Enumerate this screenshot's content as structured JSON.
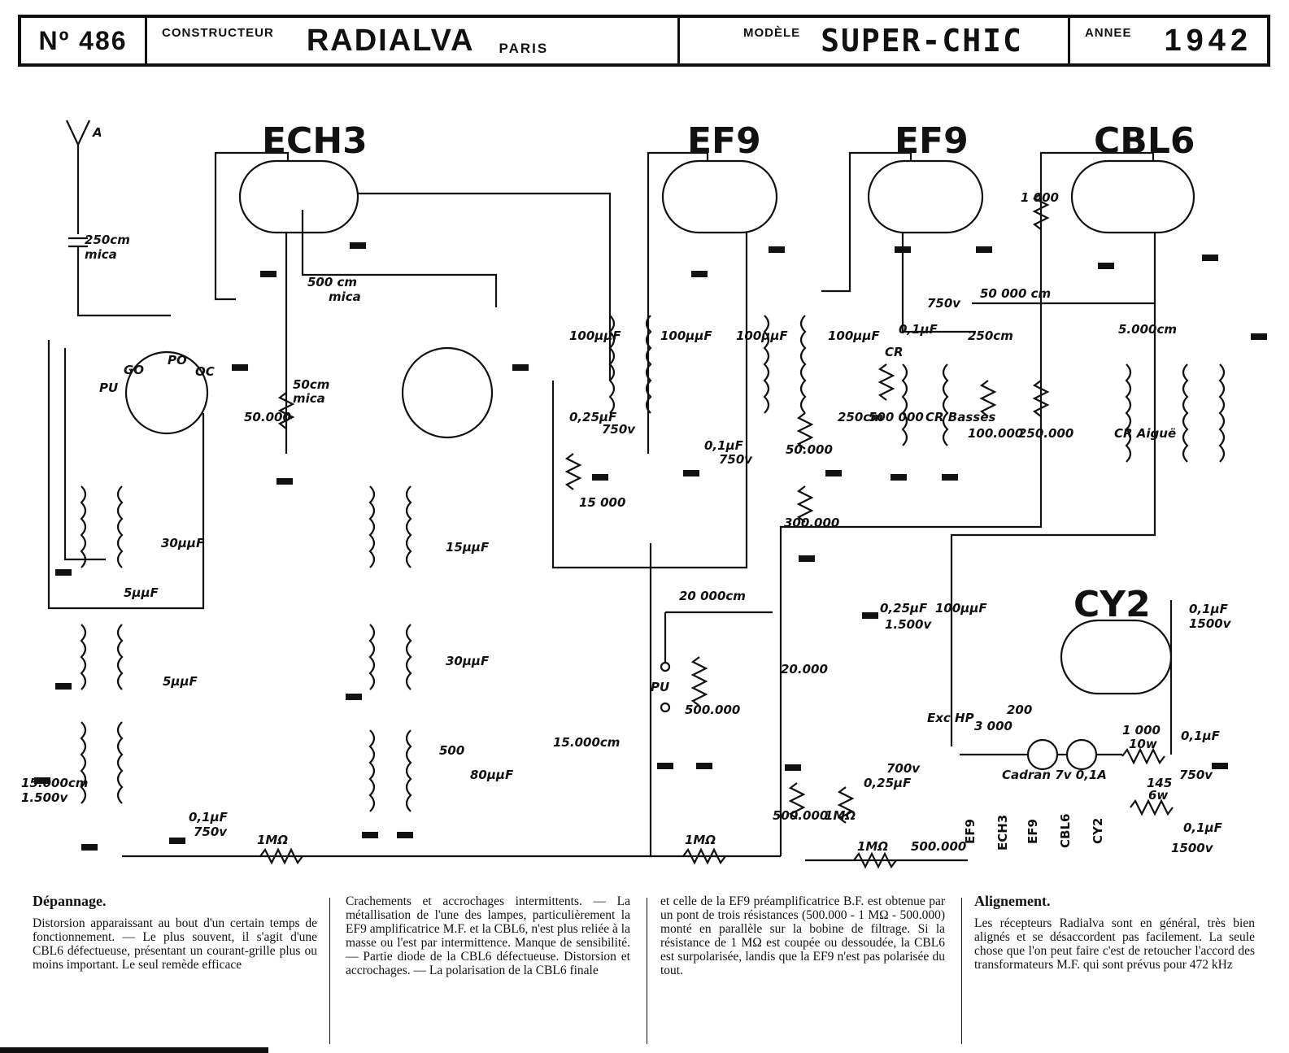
{
  "header": {
    "number": "Nº 486",
    "constructeur_label": "CONSTRUCTEUR",
    "constructeur": "RADIALVA",
    "city": "PARIS",
    "modele_label": "MODÈLE",
    "modele": "SUPER-CHIC",
    "annee_label": "ANNEE",
    "annee": "1942"
  },
  "tubes": [
    "ECH3",
    "EF9",
    "EF9",
    "CBL6",
    "CY2"
  ],
  "labels": {
    "antenna": "A",
    "c_250": "250cm",
    "mica1": "mica",
    "c_500": "500 cm",
    "mica2": "mica",
    "c_50": "50cm",
    "mica3": "mica",
    "r_50000": "50.000",
    "go": "GO",
    "po": "PO",
    "oc": "OC",
    "pu": "PU",
    "c_5uf_a": "5µµF",
    "c_30uf_a": "30µµF",
    "c_5uf_b": "5µµF",
    "c_15000": "15.000cm",
    "c_1500v": "1.500v",
    "c_01_750": "0,1µF",
    "v750": "750v",
    "r_1m_a": "1MΩ",
    "c_15uf": "15µµF",
    "c_30uf_b": "30µµF",
    "c_500b": "500",
    "c_80uf": "80µµF",
    "c_100a": "100µµF",
    "c_100b": "100µµF",
    "c_025": "0,25µF",
    "v750b": "750v",
    "r_15000": "15 000",
    "c_01b": "0,1µF",
    "v750c": "750v",
    "c_100c": "100µµF",
    "c_100d": "100µµF",
    "r_50000b": "50.000",
    "c_250b": "250cm",
    "r_300000": "300.000",
    "c_20000": "20 000cm",
    "pu2": "PU",
    "r_500000": "500.000",
    "c_15000b": "15.000cm",
    "r_20000": "20.000",
    "r_1m_b": "1MΩ",
    "r_500000b": "500.000",
    "r_1m_c": "1MΩ",
    "c_025b": "0,25µF",
    "v700": "700v",
    "r_1m_d": "1MΩ",
    "r_500000c": "500.000",
    "c_01c": "0,1µF",
    "v750d": "750v",
    "c_250c": "250cm",
    "cr": "CR",
    "r_500000d": "500 000",
    "cr_basses": "CR Basses",
    "r_100000": "100.000",
    "r_250000": "250.000",
    "c_50000": "50 000 cm",
    "r_1000": "1 000",
    "c_5000": "5.000cm",
    "cr_aigue": "CR Aiguë",
    "c_025c": "0,25µF",
    "v1500": "1.500v",
    "c_100e": "100µµF",
    "c_01d": "0,1µF",
    "v1500b": "1500v",
    "exc_hp": "Exc HP",
    "r_3000": "3 000",
    "r_200": "200",
    "r_1000b": "1 000",
    "w10": "10w",
    "c_01e": "0,1µF",
    "v750e": "750v",
    "cadran": "Cadran 7v 0,1A",
    "r_145": "145",
    "w6": "6w",
    "c_01f": "0,1µF",
    "v1500c": "1500v",
    "chain": [
      "EF9",
      "ECH3",
      "EF9",
      "CBL6",
      "CY2"
    ]
  },
  "text": {
    "col1_title": "Dépannage.",
    "col1": "Distorsion apparaissant au bout d'un certain temps de fonctionnement. — Le plus souvent, il s'agit d'une CBL6 défectueuse, présentant un courant-grille plus ou moins important. Le seul remède efficace",
    "col2": "Crachements et accrochages intermittents. — La métallisation de l'une des lampes, particulièrement la EF9 amplificatrice M.F. et la CBL6, n'est plus reliée à la masse ou l'est par intermittence. Manque de sensibilité. — Partie diode de la CBL6 défectueuse. Distorsion et accrochages. — La polarisation de la CBL6 finale",
    "col3": "et celle de la EF9 préamplificatrice B.F. est obtenue par un pont de trois résistances (500.000 - 1 MΩ - 500.000) monté en parallèle sur la bobine de filtrage. Si la résistance de 1 MΩ est coupée ou dessoudée, la CBL6 est surpolarisée, landis que la EF9 n'est pas polarisée du tout.",
    "col4_title": "Alignement.",
    "col4": "Les récepteurs Radialva sont en général, très bien alignés et se désaccordent pas facilement. La seule chose que l'on peut faire c'est de retoucher l'accord des transformateurs M.F. qui sont prévus pour 472 kHz"
  }
}
